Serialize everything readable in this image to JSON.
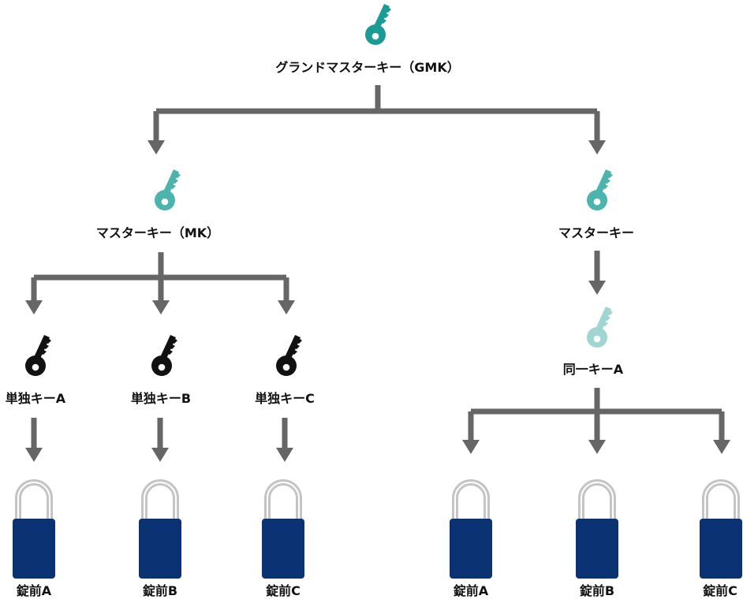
{
  "colors": {
    "arrow": "#666666",
    "key_gmk": "#1a9b95",
    "key_mk": "#4db3ad",
    "key_same": "#9fd6d1",
    "key_single": "#111111",
    "lock_body": "#0b3272",
    "shackle": "#c4c4c4"
  },
  "icons": {
    "key": "key-icon",
    "padlock": "padlock-icon"
  },
  "gmk": {
    "label": "グランドマスターキー（GMK）"
  },
  "mk": {
    "label": "マスターキー（MK）"
  },
  "mk2": {
    "label": "マスターキー"
  },
  "same_key": {
    "label": "同一キーA"
  },
  "single_keys": [
    {
      "label": "単独キーA"
    },
    {
      "label": "単独キーB"
    },
    {
      "label": "単独キーC"
    }
  ],
  "locks_left": [
    {
      "label": "錠前A"
    },
    {
      "label": "錠前B"
    },
    {
      "label": "錠前C"
    }
  ],
  "locks_right": [
    {
      "label": "錠前A"
    },
    {
      "label": "錠前B"
    },
    {
      "label": "錠前C"
    }
  ]
}
